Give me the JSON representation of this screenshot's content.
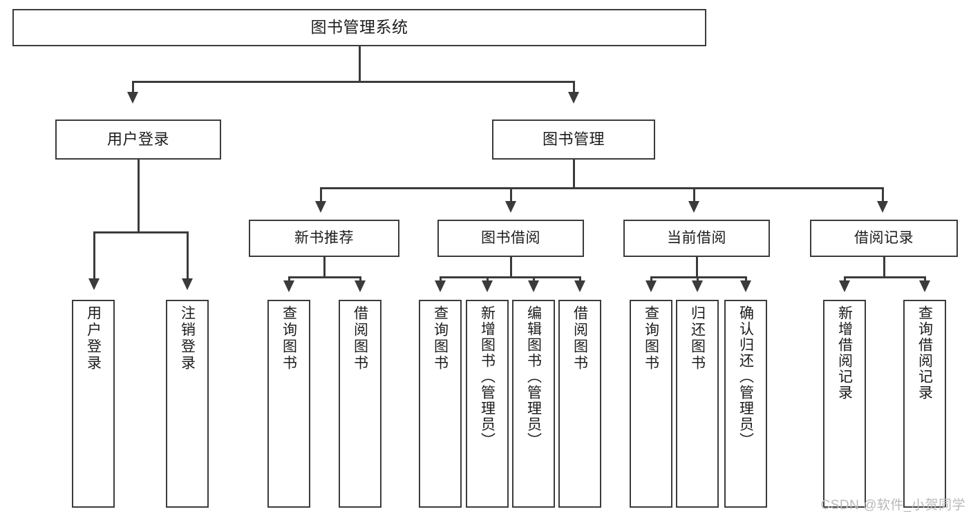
{
  "diagram": {
    "title": "图书管理系统",
    "type": "tree",
    "watermark": "CSDN @软件_小贺同学",
    "colors": {
      "background": "#ffffff",
      "stroke": "#3b3b3b",
      "text": "#1c1c1c",
      "watermark": "#b9b9b9"
    },
    "root": {
      "label": "图书管理系统"
    },
    "level1": [
      {
        "label": "用户登录"
      },
      {
        "label": "图书管理"
      }
    ],
    "level2": [
      {
        "label": "新书推荐"
      },
      {
        "label": "图书借阅"
      },
      {
        "label": "当前借阅"
      },
      {
        "label": "借阅记录"
      }
    ],
    "leaves": {
      "user_login": [
        {
          "label": "用户登录"
        },
        {
          "label": "注销登录"
        }
      ],
      "new_book_recommend": [
        {
          "label": "查询图书"
        },
        {
          "label": "借阅图书"
        }
      ],
      "book_borrow": [
        {
          "label": "查询图书"
        },
        {
          "label": "新增图书（管理员）"
        },
        {
          "label": "编辑图书（管理员）"
        },
        {
          "label": "借阅图书"
        }
      ],
      "current_borrow": [
        {
          "label": "查询图书"
        },
        {
          "label": "归还图书"
        },
        {
          "label": "确认归还（管理员）"
        }
      ],
      "borrow_record": [
        {
          "label": "新增借阅记录"
        },
        {
          "label": "查询借阅记录"
        }
      ]
    }
  }
}
